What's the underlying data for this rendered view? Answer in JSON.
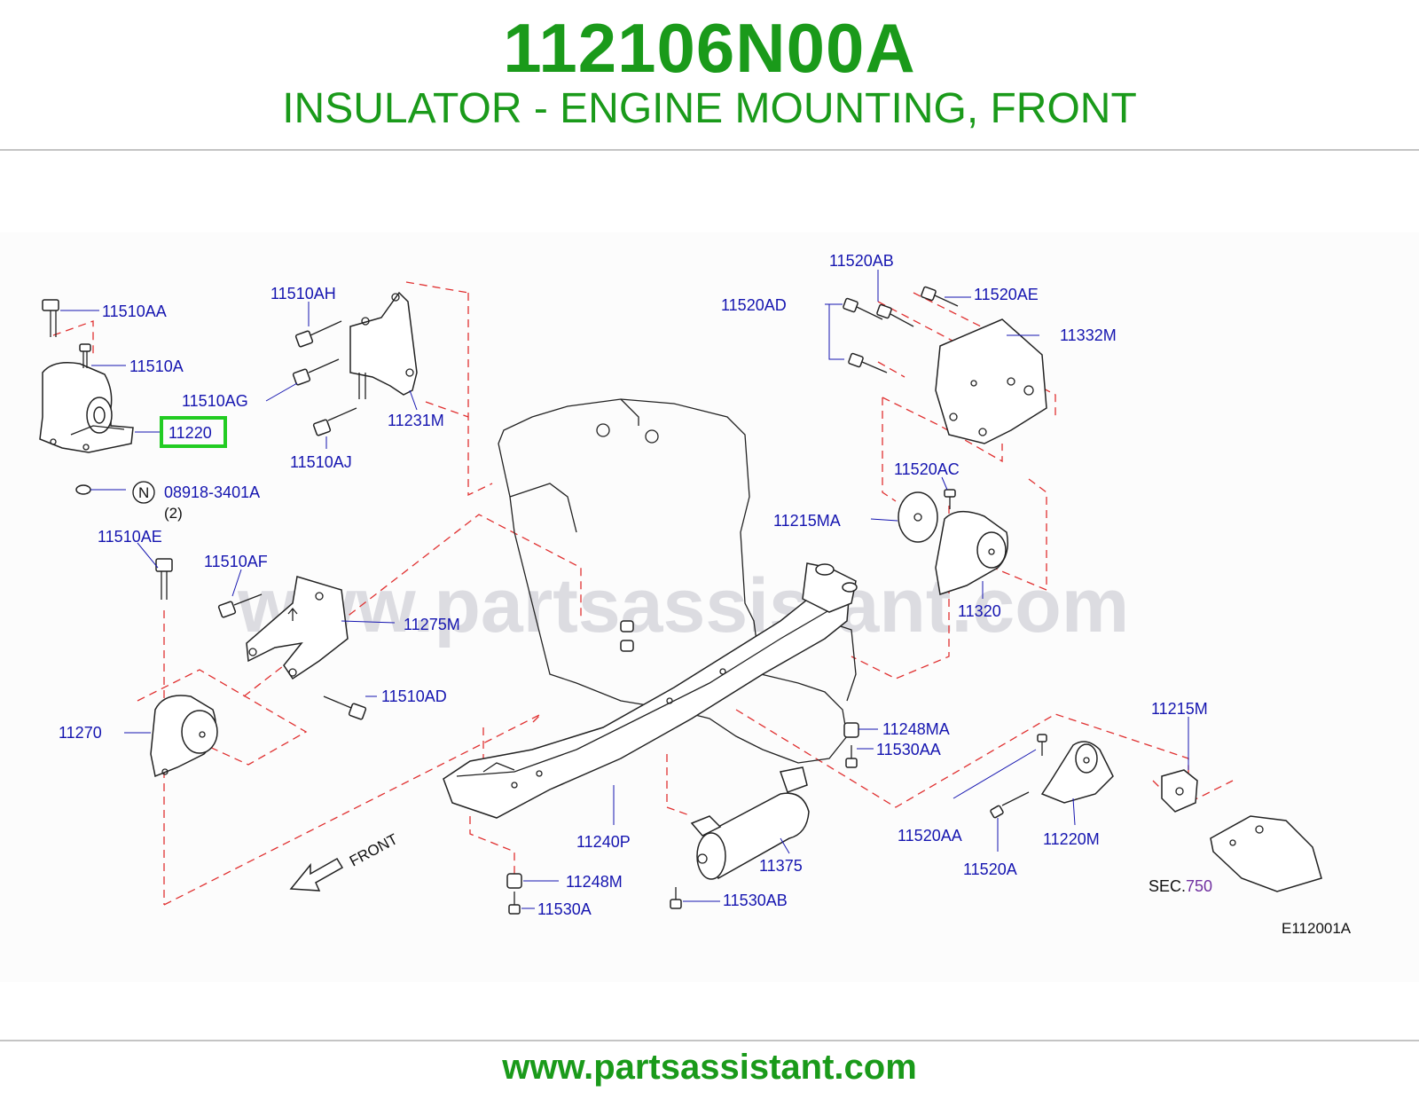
{
  "header": {
    "part_number": "112106N00A",
    "description": "INSULATOR - ENGINE MOUNTING, FRONT"
  },
  "watermark": "www.partsassistant.com",
  "footer": {
    "url": "www.partsassistant.com"
  },
  "diagram": {
    "code": "E112001A",
    "sec_prefix": "SEC.",
    "sec_number": "750",
    "front_label": "FRONT",
    "note_marker": "N",
    "qty_note": "(2)",
    "highlight_color": "#22cc22",
    "labels": {
      "l11510AA": "11510AA",
      "l11510A": "11510A",
      "l11220": "11220",
      "l08918": "08918-3401A",
      "l11510AH": "11510AH",
      "l11510AG": "11510AG",
      "l11231M": "11231M",
      "l11510AJ": "11510AJ",
      "l11510AE": "11510AE",
      "l11510AF": "11510AF",
      "l11275M": "11275M",
      "l11510AD": "11510AD",
      "l11270": "11270",
      "l11520AB": "11520AB",
      "l11520AD": "11520AD",
      "l11520AE": "11520AE",
      "l11332M": "11332M",
      "l11520AC": "11520AC",
      "l11215MA": "11215MA",
      "l11320": "11320",
      "l11248MA": "11248MA",
      "l11530AA": "11530AA",
      "l11215M": "11215M",
      "l11520AA": "11520AA",
      "l11220M": "11220M",
      "l11520A": "11520A",
      "l11240P": "11240P",
      "l11375": "11375",
      "l11248M": "11248M",
      "l11530A": "11530A",
      "l11530AB": "11530AB"
    }
  }
}
